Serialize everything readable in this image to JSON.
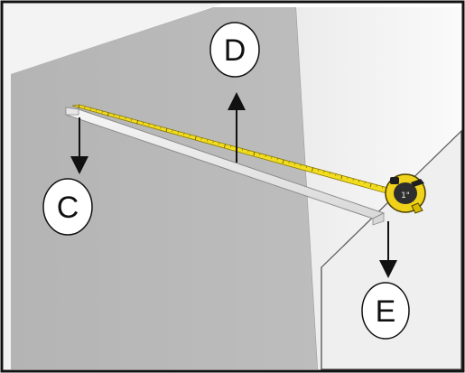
{
  "callouts": {
    "c": "C",
    "d": "D",
    "e": "E"
  },
  "tape": {
    "case_label": "1\""
  },
  "colors": {
    "left_wall": "#b7b7b7",
    "right_wall": "#f7f7f7",
    "ceiling": "#f4f4f4",
    "tape_blade": "#f2dd1f",
    "tape_case": "#f0d21a",
    "border": "#111111"
  }
}
